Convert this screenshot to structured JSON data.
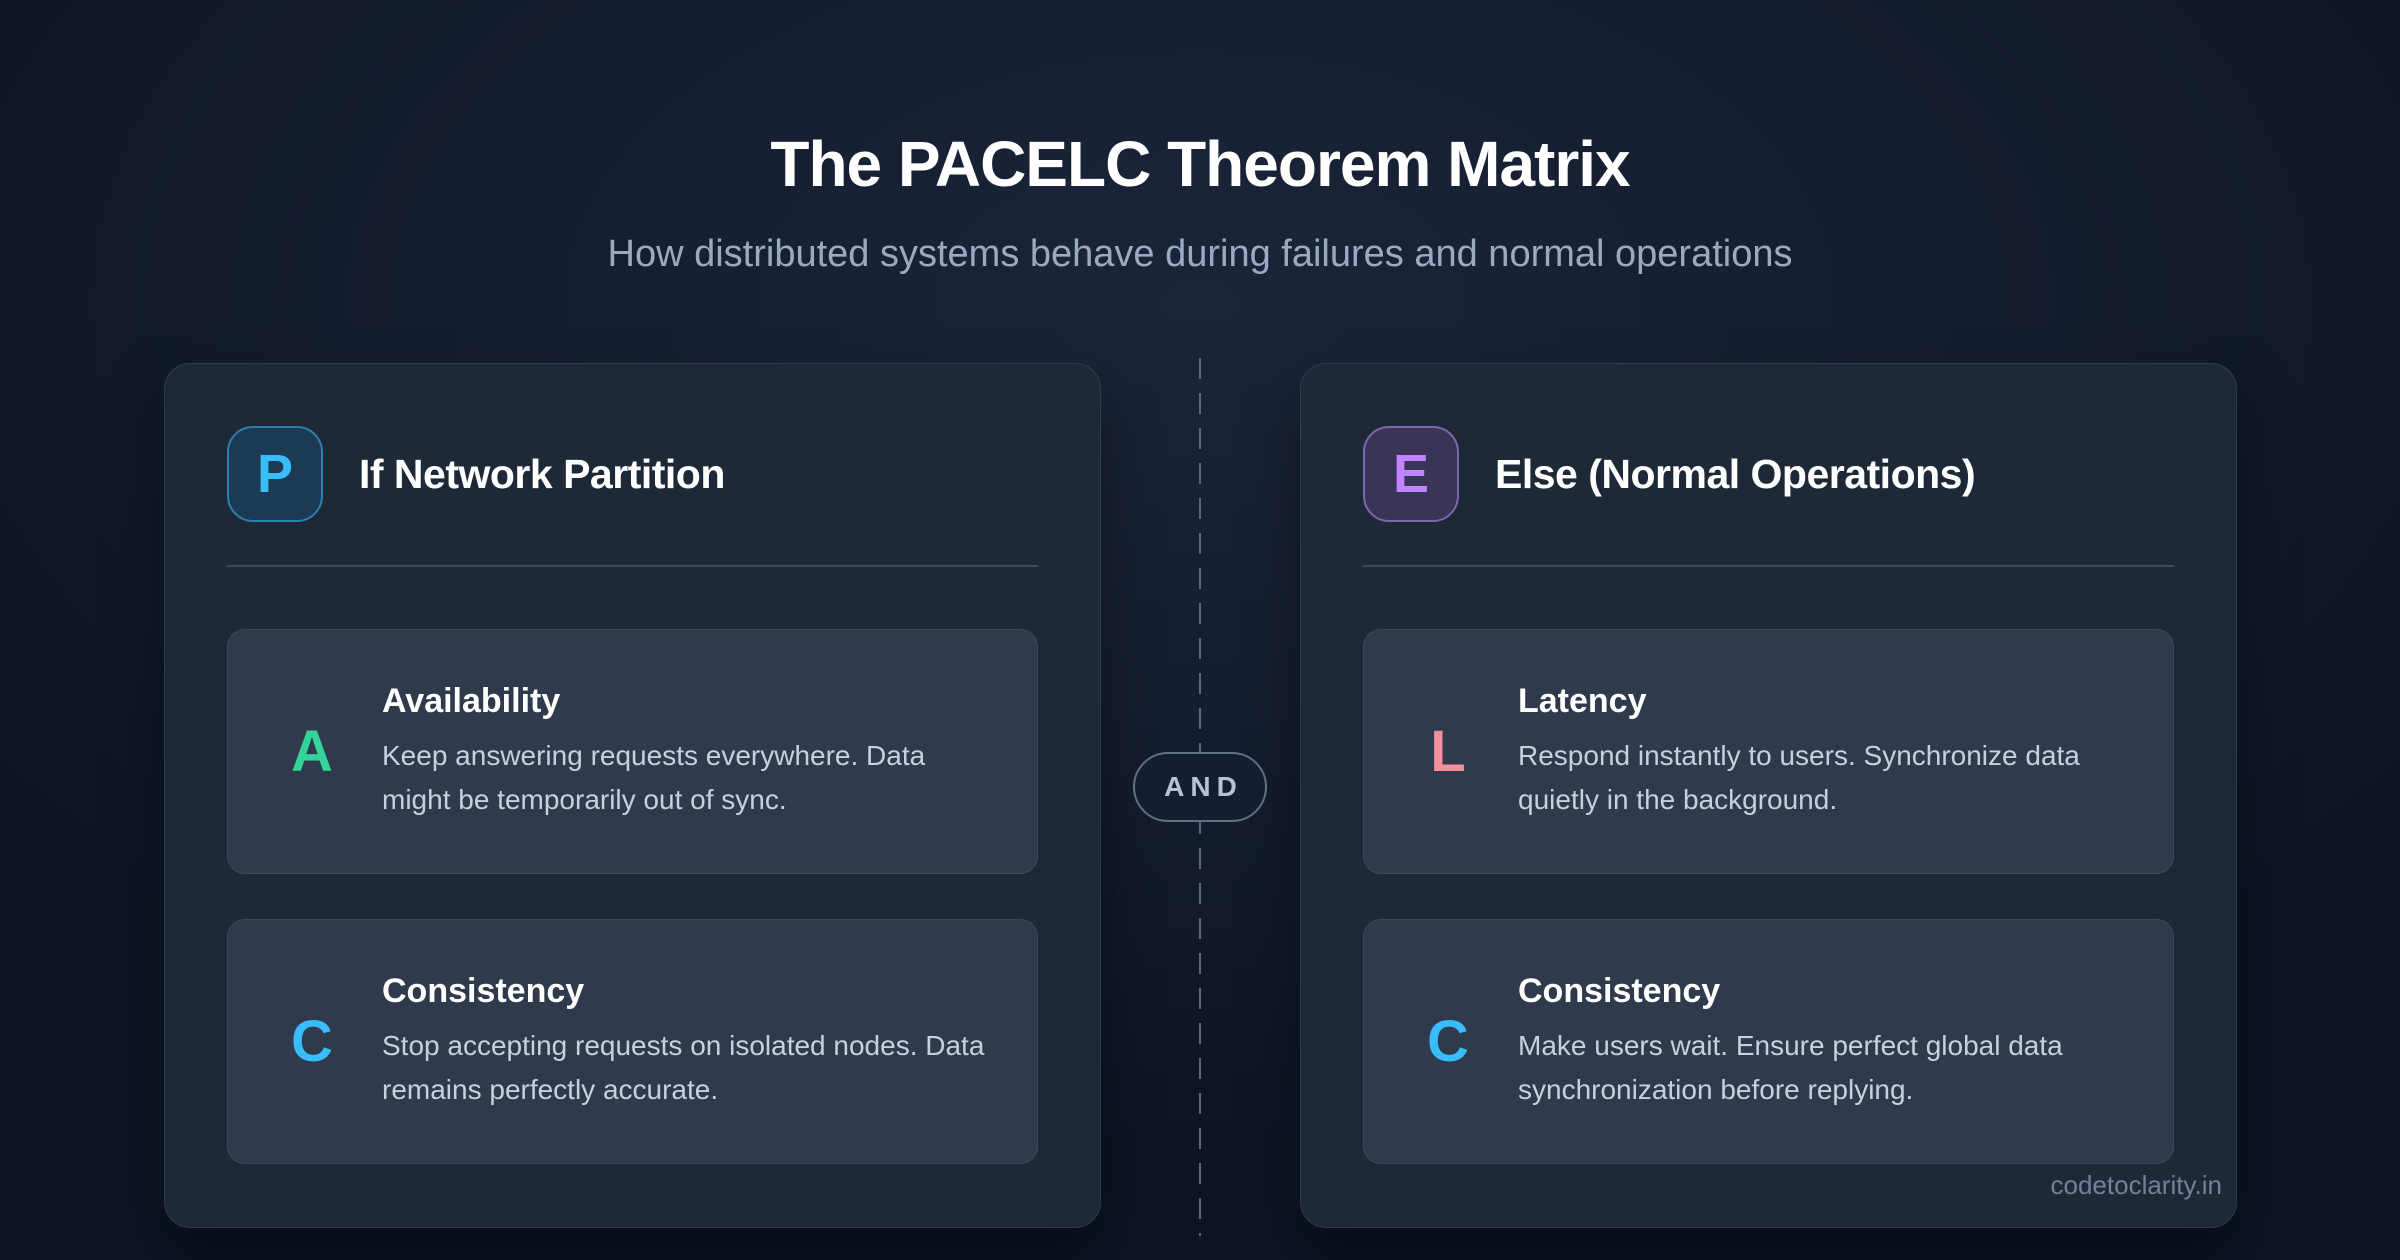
{
  "page": {
    "title": "The PACELC Theorem Matrix",
    "subtitle": "How distributed systems behave during failures and normal operations",
    "connector_label": "AND",
    "watermark": "codetoclarity.in"
  },
  "colors": {
    "page_background": "#121a2b",
    "panel_background": "#1e2938",
    "card_background": "#2f3b4d",
    "accent_blue": "#38bdf8",
    "accent_green": "#34d399",
    "accent_purple": "#c084fc",
    "accent_rose": "#f2919d",
    "divider_dash": "#5a6880"
  },
  "panels": [
    {
      "heading": "If Network Partition",
      "badge": {
        "letter": "P",
        "color": "#38bdf8",
        "background": "#1c3a54",
        "border": "#2e7fae"
      },
      "cards": [
        {
          "letter": "A",
          "letter_color": "#34d399",
          "title": "Availability",
          "description": "Keep answering requests everywhere. Data might be temporarily out of sync."
        },
        {
          "letter": "C",
          "letter_color": "#38bdf8",
          "title": "Consistency",
          "description": "Stop accepting requests on isolated nodes. Data remains perfectly accurate."
        }
      ]
    },
    {
      "heading": "Else (Normal Operations)",
      "badge": {
        "letter": "E",
        "color": "#c084fc",
        "background": "#3a3456",
        "border": "#7a68ac"
      },
      "cards": [
        {
          "letter": "L",
          "letter_color": "#f2919d",
          "title": "Latency",
          "description": "Respond instantly to users. Synchronize data quietly in the background."
        },
        {
          "letter": "C",
          "letter_color": "#38bdf8",
          "title": "Consistency",
          "description": "Make users wait. Ensure perfect global data synchronization before replying."
        }
      ]
    }
  ]
}
